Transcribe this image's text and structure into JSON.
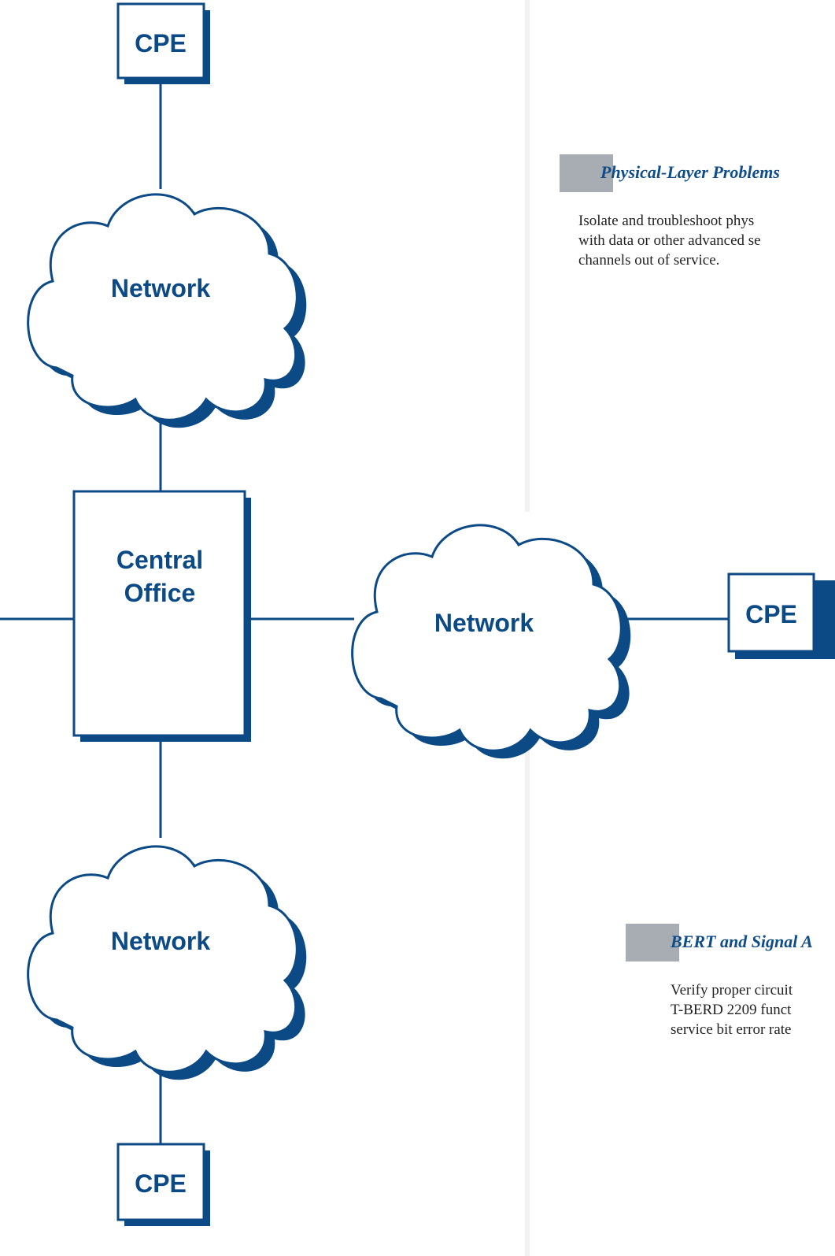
{
  "diagram": {
    "nodes": {
      "cpe_top": "CPE",
      "network_top": "Network",
      "central_office_line1": "Central",
      "central_office_line2": "Office",
      "network_right": "Network",
      "cpe_right": "CPE",
      "network_bottom": "Network",
      "cpe_bottom": "CPE"
    },
    "colors": {
      "stroke": "#0c4a86",
      "shadow": "#0c4a86",
      "fill": "#ffffff"
    }
  },
  "sections": [
    {
      "heading": "Physical-Layer Problems",
      "lines": [
        "Isolate and troubleshoot phys",
        "with data or other advanced se",
        "channels out of service."
      ]
    },
    {
      "heading": "BERT and Signal A",
      "lines": [
        "Verify proper circuit",
        "T-BERD 2209 funct",
        "service bit error rate"
      ]
    }
  ]
}
